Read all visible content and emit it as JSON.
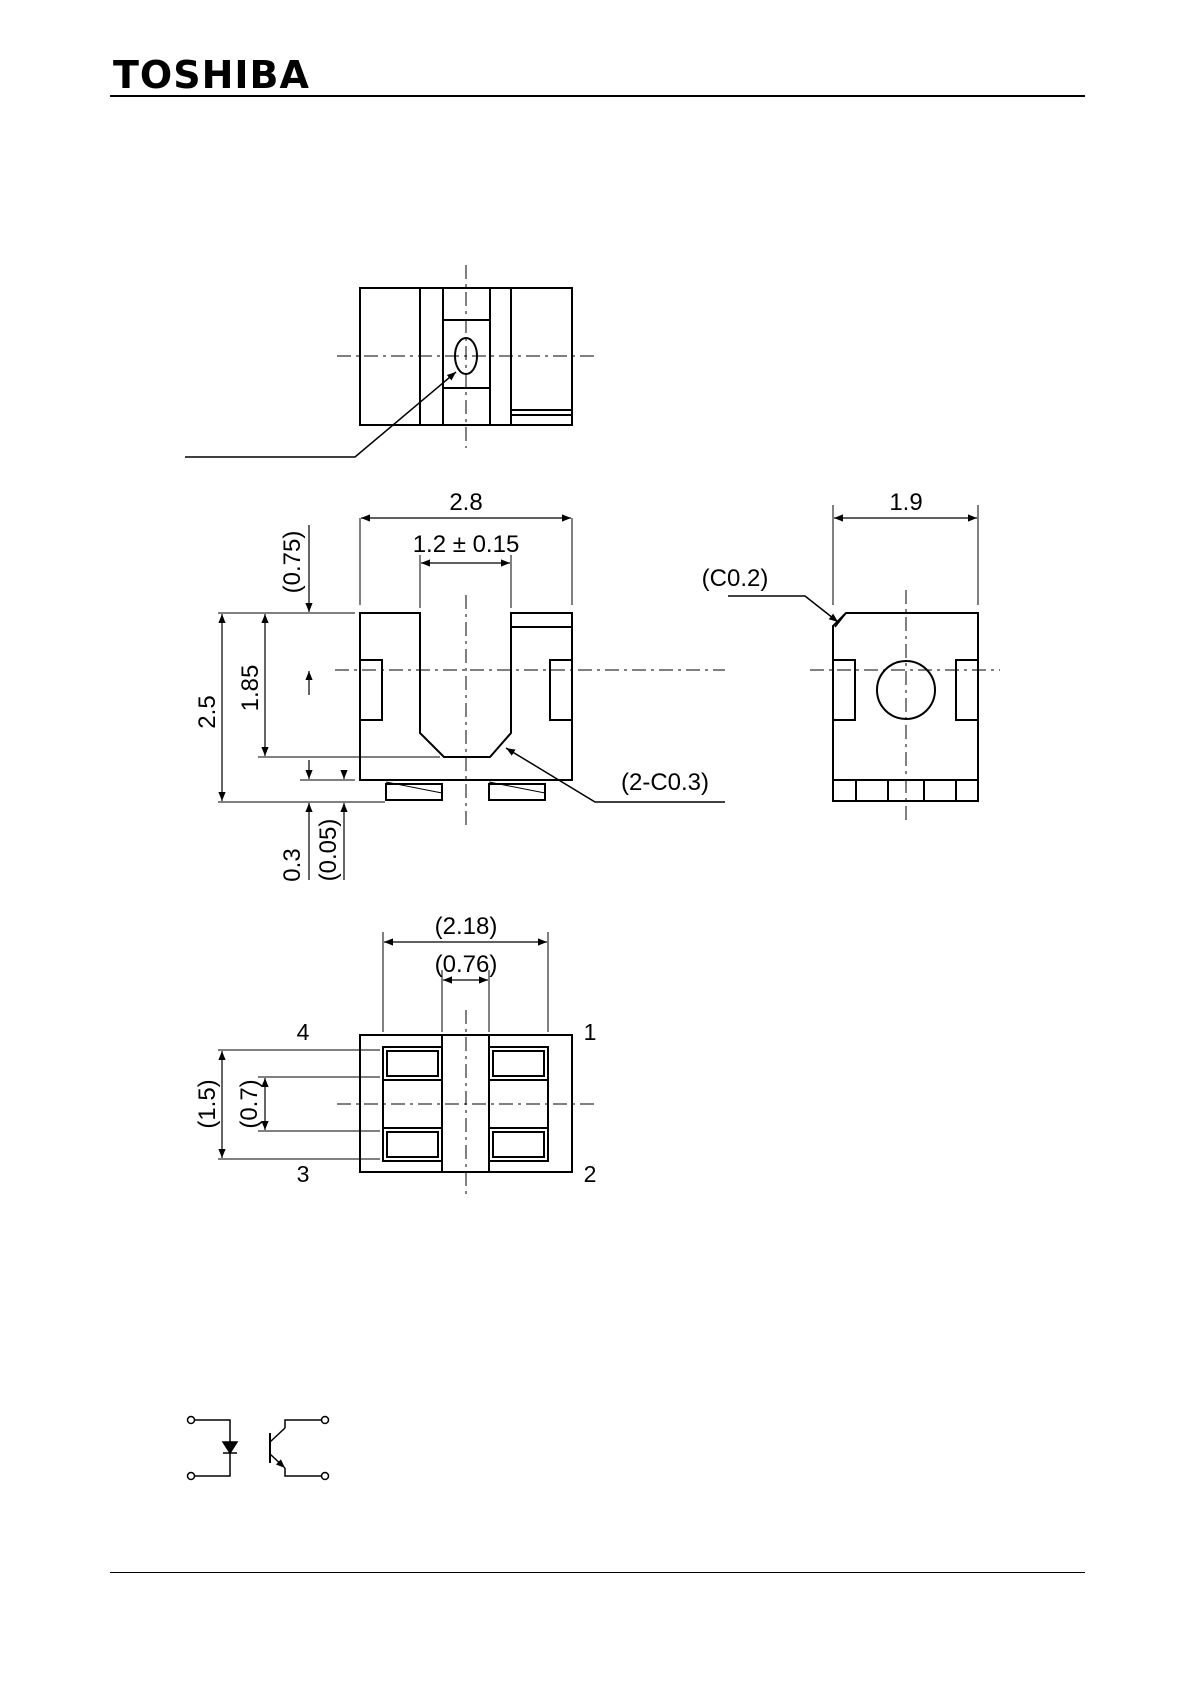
{
  "header": {
    "brand": "TOSHIBA"
  },
  "front_view": {
    "width": "2.8",
    "slot_width": "1.2 ± 0.15",
    "height": "2.5",
    "slot_depth": "1.85",
    "top_offset": "(0.75)",
    "lead_height": "0.3",
    "lead_gap": "(0.05)",
    "chamfer": "(2-C0.3)"
  },
  "side_view": {
    "depth": "1.9",
    "chamfer": "(C0.2)"
  },
  "bottom_view": {
    "pad_span": "(2.18)",
    "pad_gap": "(0.76)",
    "pad_pitch": "(1.5)",
    "pad_gap_vertical": "(0.7)",
    "pins": {
      "p1": "1",
      "p2": "2",
      "p3": "3",
      "p4": "4"
    }
  }
}
